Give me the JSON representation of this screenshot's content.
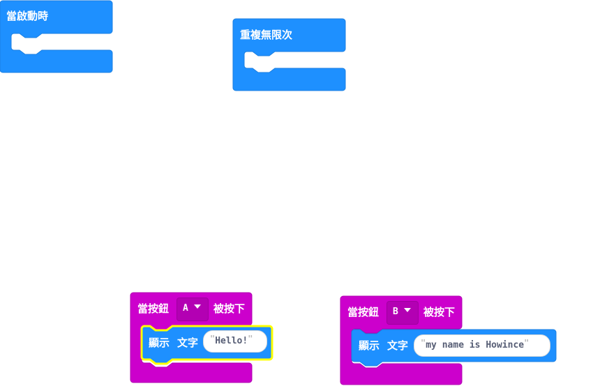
{
  "blocks": {
    "on_start": {
      "label": "當啟動時",
      "color": "#1e90ff"
    },
    "forever": {
      "label": "重複無限次",
      "color": "#1e90ff"
    },
    "button_a": {
      "prefix": "當按鈕",
      "button": "A",
      "suffix": "被按下",
      "color": "#cc00cc",
      "show": {
        "label1": "顯示",
        "label2": "文字",
        "text": "Hello!"
      }
    },
    "button_b": {
      "prefix": "當按鈕",
      "button": "B",
      "suffix": "被按下",
      "color": "#cc00cc",
      "show": {
        "label1": "顯示",
        "label2": "文字",
        "text": "my name is Howince"
      }
    }
  },
  "string_quote": "\"",
  "selected_block_outline": "#ffff00"
}
